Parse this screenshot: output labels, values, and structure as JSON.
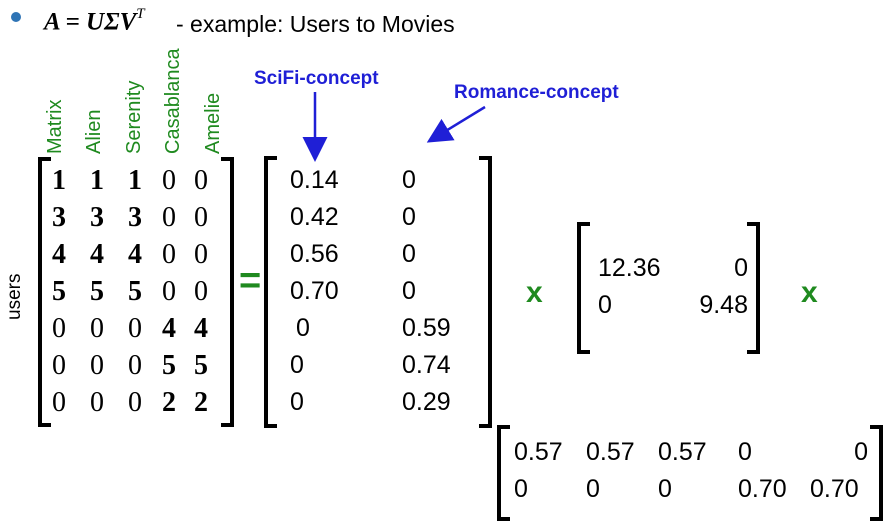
{
  "title": {
    "formula_main": "A = UΣV",
    "formula_sup": "T",
    "rest": "- example: Users to Movies"
  },
  "concepts": {
    "scifi": "SciFi-concept",
    "romance": "Romance-concept"
  },
  "movies": [
    "Matrix",
    "Alien",
    "Serenity",
    "Casablanca",
    "Amelie"
  ],
  "row_label": "users",
  "matrix_A": {
    "rows": [
      [
        "1",
        "1",
        "1",
        "0",
        "0"
      ],
      [
        "3",
        "3",
        "3",
        "0",
        "0"
      ],
      [
        "4",
        "4",
        "4",
        "0",
        "0"
      ],
      [
        "5",
        "5",
        "5",
        "0",
        "0"
      ],
      [
        "0",
        "0",
        "0",
        "4",
        "4"
      ],
      [
        "0",
        "0",
        "0",
        "5",
        "5"
      ],
      [
        "0",
        "0",
        "0",
        "2",
        "2"
      ]
    ]
  },
  "matrix_U": {
    "rows": [
      [
        "0.14",
        "0"
      ],
      [
        "0.42",
        "0"
      ],
      [
        "0.56",
        "0"
      ],
      [
        "0.70",
        "0"
      ],
      [
        "0",
        "0.59"
      ],
      [
        "0",
        "0.74"
      ],
      [
        "0",
        "0.29"
      ]
    ]
  },
  "matrix_Sigma": {
    "rows": [
      [
        "12.36",
        "0"
      ],
      [
        "0",
        "9.48"
      ]
    ]
  },
  "matrix_Vt": {
    "rows": [
      [
        "0.57",
        "0.57",
        "0.57",
        "0",
        "0"
      ],
      [
        "0",
        "0",
        "0",
        "0.70",
        "0.70"
      ]
    ]
  },
  "operators": {
    "equals": "=",
    "times1": "x",
    "times2": "x"
  },
  "colors": {
    "accent_blue": "#1f1fd6",
    "header_green": "#1f8a1f",
    "bullet_blue": "#2e74b5"
  }
}
